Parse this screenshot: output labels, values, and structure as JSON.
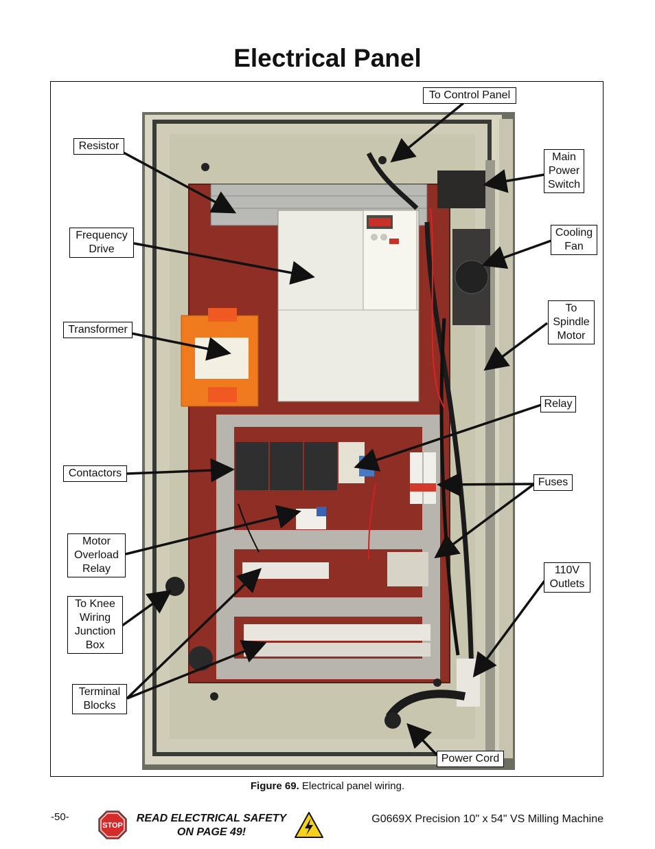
{
  "page": {
    "title": "Electrical Panel",
    "caption_bold": "Figure 69.",
    "caption_text": " Electrical panel wiring.",
    "page_number": "-50-",
    "safety_line1": "READ ELECTRICAL SAFETY",
    "safety_line2": "ON PAGE 49!",
    "stop_sign_text": "STOP",
    "machine_title": "G0669X Precision 10\" x 54\" VS Milling Machine"
  },
  "callouts": {
    "to_control_panel": "To Control Panel",
    "resistor": "Resistor",
    "main_power_switch": [
      "Main",
      "Power",
      "Switch"
    ],
    "frequency_drive": [
      "Frequency",
      "Drive"
    ],
    "cooling_fan": [
      "Cooling",
      "Fan"
    ],
    "transformer": "Transformer",
    "to_spindle_motor": [
      "To",
      "Spindle",
      "Motor"
    ],
    "relay": "Relay",
    "contactors": "Contactors",
    "fuses": "Fuses",
    "motor_overload_relay": [
      "Motor",
      "Overload",
      "Relay"
    ],
    "outlets_110v": [
      "110V",
      "Outlets"
    ],
    "to_knee_wiring_junction_box": [
      "To Knee",
      "Wiring",
      "Junction",
      "Box"
    ],
    "terminal_blocks": [
      "Terminal",
      "Blocks"
    ],
    "power_cord": "Power Cord"
  },
  "colors": {
    "cabinet": "#d9d6c4",
    "backplate": "#8e2e24",
    "rail": "#b7b5ad",
    "transformer": "#f07a1e",
    "drive": "#ecebe4",
    "stop_red": "#d42b2b",
    "warning_yellow": "#f6d21a"
  }
}
